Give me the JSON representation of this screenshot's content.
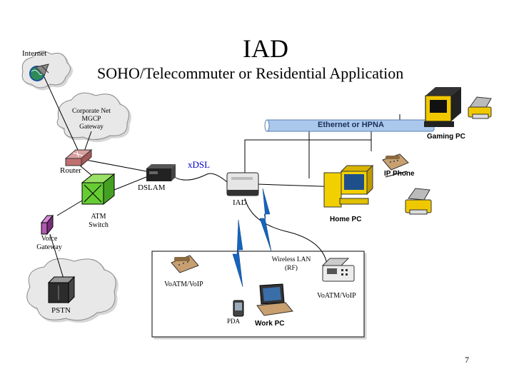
{
  "slide": {
    "title": "IAD",
    "subtitle": "SOHO/Telecommuter or Residential Application",
    "page_number": "7"
  },
  "labels": {
    "internet": "Internet",
    "corporate_net": [
      "Corporate Net",
      "MGCP",
      "Gateway"
    ],
    "ethernet_bus": "Ethernet or HPNA",
    "gaming_pc": "Gaming PC",
    "router": "Router",
    "xdsl": "xDSL",
    "ip_phone": "IP Phone",
    "dslam": "DSLAM",
    "iad": "IAD",
    "atm_switch": [
      "ATM",
      "Switch"
    ],
    "home_pc": "Home PC",
    "voice_gateway": [
      "Voice",
      "Gateway"
    ],
    "wireless_lan": [
      "Wireless LAN",
      "(RF)"
    ],
    "voatm_voip_left": "VoATM/VoIP",
    "voatm_voip_right": "VoATM/VoIP",
    "pstn": "PSTN",
    "pda": "PDA",
    "work_pc": "Work PC"
  },
  "colors": {
    "ethernet_bus": "#a9c8ec",
    "xdsl_label": "#0000cc",
    "cloud_fill": "#e8e8e8",
    "atm_switch": "#66cc33",
    "monitor": "#f2d000",
    "voice_gateway": "#b05ab0",
    "lightning": "#1565c0",
    "gaming_pc": "#f0c800",
    "printer": "#f0c800"
  },
  "icons": [
    "globe-icon",
    "router-icon",
    "dslam-icon",
    "atm-switch-icon",
    "voice-gateway-icon",
    "iad-modem-icon",
    "phone-icon",
    "printer-icon",
    "computer-icon",
    "fax-icon",
    "pda-icon",
    "laptop-icon",
    "switch-box-icon",
    "lightning-icon"
  ]
}
